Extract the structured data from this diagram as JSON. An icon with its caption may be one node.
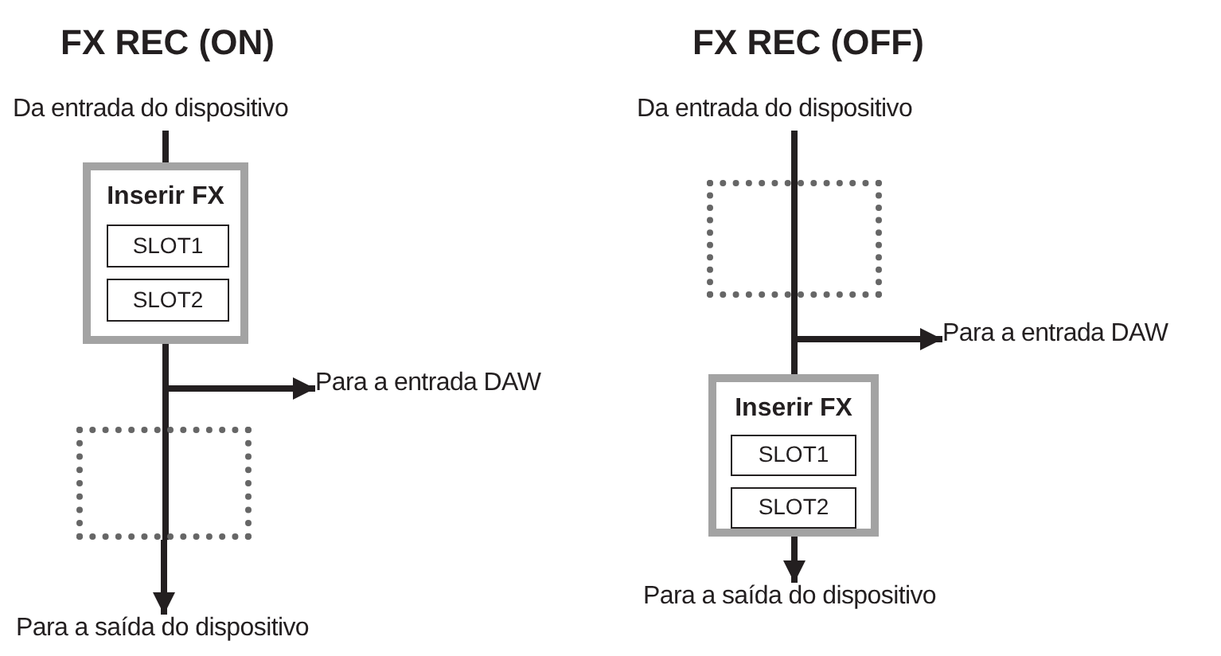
{
  "diagram": {
    "nodes": [
      {
        "text": [
          "Da entrada do dispositivo"
        ]
      },
      {
        "text": [
          "Inserir FX"
        ]
      },
      {
        "text": [
          "SLOT1"
        ],
        "in": 1
      },
      {
        "text": [
          "SLOT2"
        ],
        "in": 1
      },
      {
        "text": [
          "Para a entrada DAW"
        ]
      },
      {
        "text": [],
        "shape": "box"
      },
      {
        "text": [
          "Para a saída do dispositivo"
        ]
      },
      {
        "text": [
          "Da entrada do dispositivo"
        ]
      },
      {
        "text": [],
        "shape": "box"
      },
      {
        "text": [
          "Para a entrada DAW"
        ]
      },
      {
        "text": [
          "Inserir FX"
        ]
      },
      {
        "text": [
          "SLOT1"
        ],
        "in": 10
      },
      {
        "text": [
          "SLOT2"
        ],
        "in": 10
      },
      {
        "text": [
          "Para a saída do dispositivo"
        ]
      }
    ],
    "edges": [
      {
        "from": 0,
        "to": 1,
        "arrow": "none"
      },
      {
        "from": 1,
        "to": 4,
        "arrow": "to"
      },
      {
        "from": 1,
        "to": 5,
        "arrow": "none"
      },
      {
        "from": 5,
        "to": 6,
        "arrow": "to"
      },
      {
        "from": 7,
        "to": 8,
        "arrow": "none"
      },
      {
        "from": 8,
        "to": 9,
        "arrow": "to"
      },
      {
        "from": 8,
        "to": 10,
        "arrow": "none"
      },
      {
        "from": 10,
        "to": 13,
        "arrow": "to"
      }
    ],
    "labels": [
      "FX REC (ON)",
      "FX REC (OFF)"
    ]
  }
}
